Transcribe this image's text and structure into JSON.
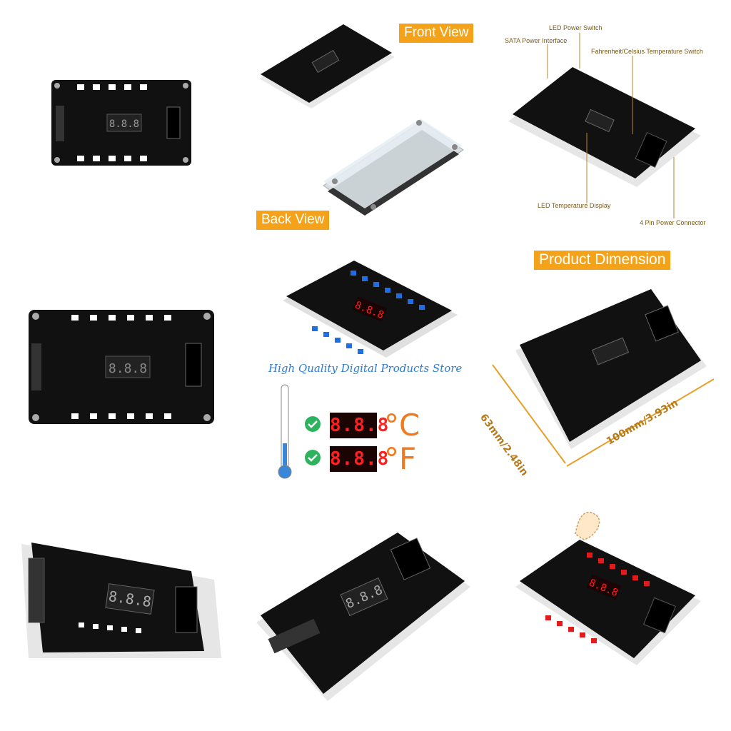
{
  "labels": {
    "front_view": "Front View",
    "back_view": "Back View",
    "product_dimension": "Product Dimension",
    "height_dim": "63mm/2.48in",
    "width_dim": "100mm/3.93in",
    "watermark": "High Quality Digital Products Store"
  },
  "callouts": {
    "led_power_switch": "LED Power Switch",
    "sata_power_interface": "SATA Power Interface",
    "temp_switch": "Fahrenheit/Celsius Temperature Switch",
    "led_display": "LED Temperature Display",
    "power_connector": "4 Pin Power Connector"
  },
  "temperature": {
    "celsius_display": "8.8.8",
    "celsius_unit": "°C",
    "fahrenheit_display": "8.8.8",
    "fahrenheit_unit": "°F"
  },
  "colors": {
    "badge": "#f5a21b",
    "pcb": "#111111",
    "led_blue": "#1e6fe6",
    "led_red": "#e01b1b",
    "display_red": "#ff2020"
  }
}
